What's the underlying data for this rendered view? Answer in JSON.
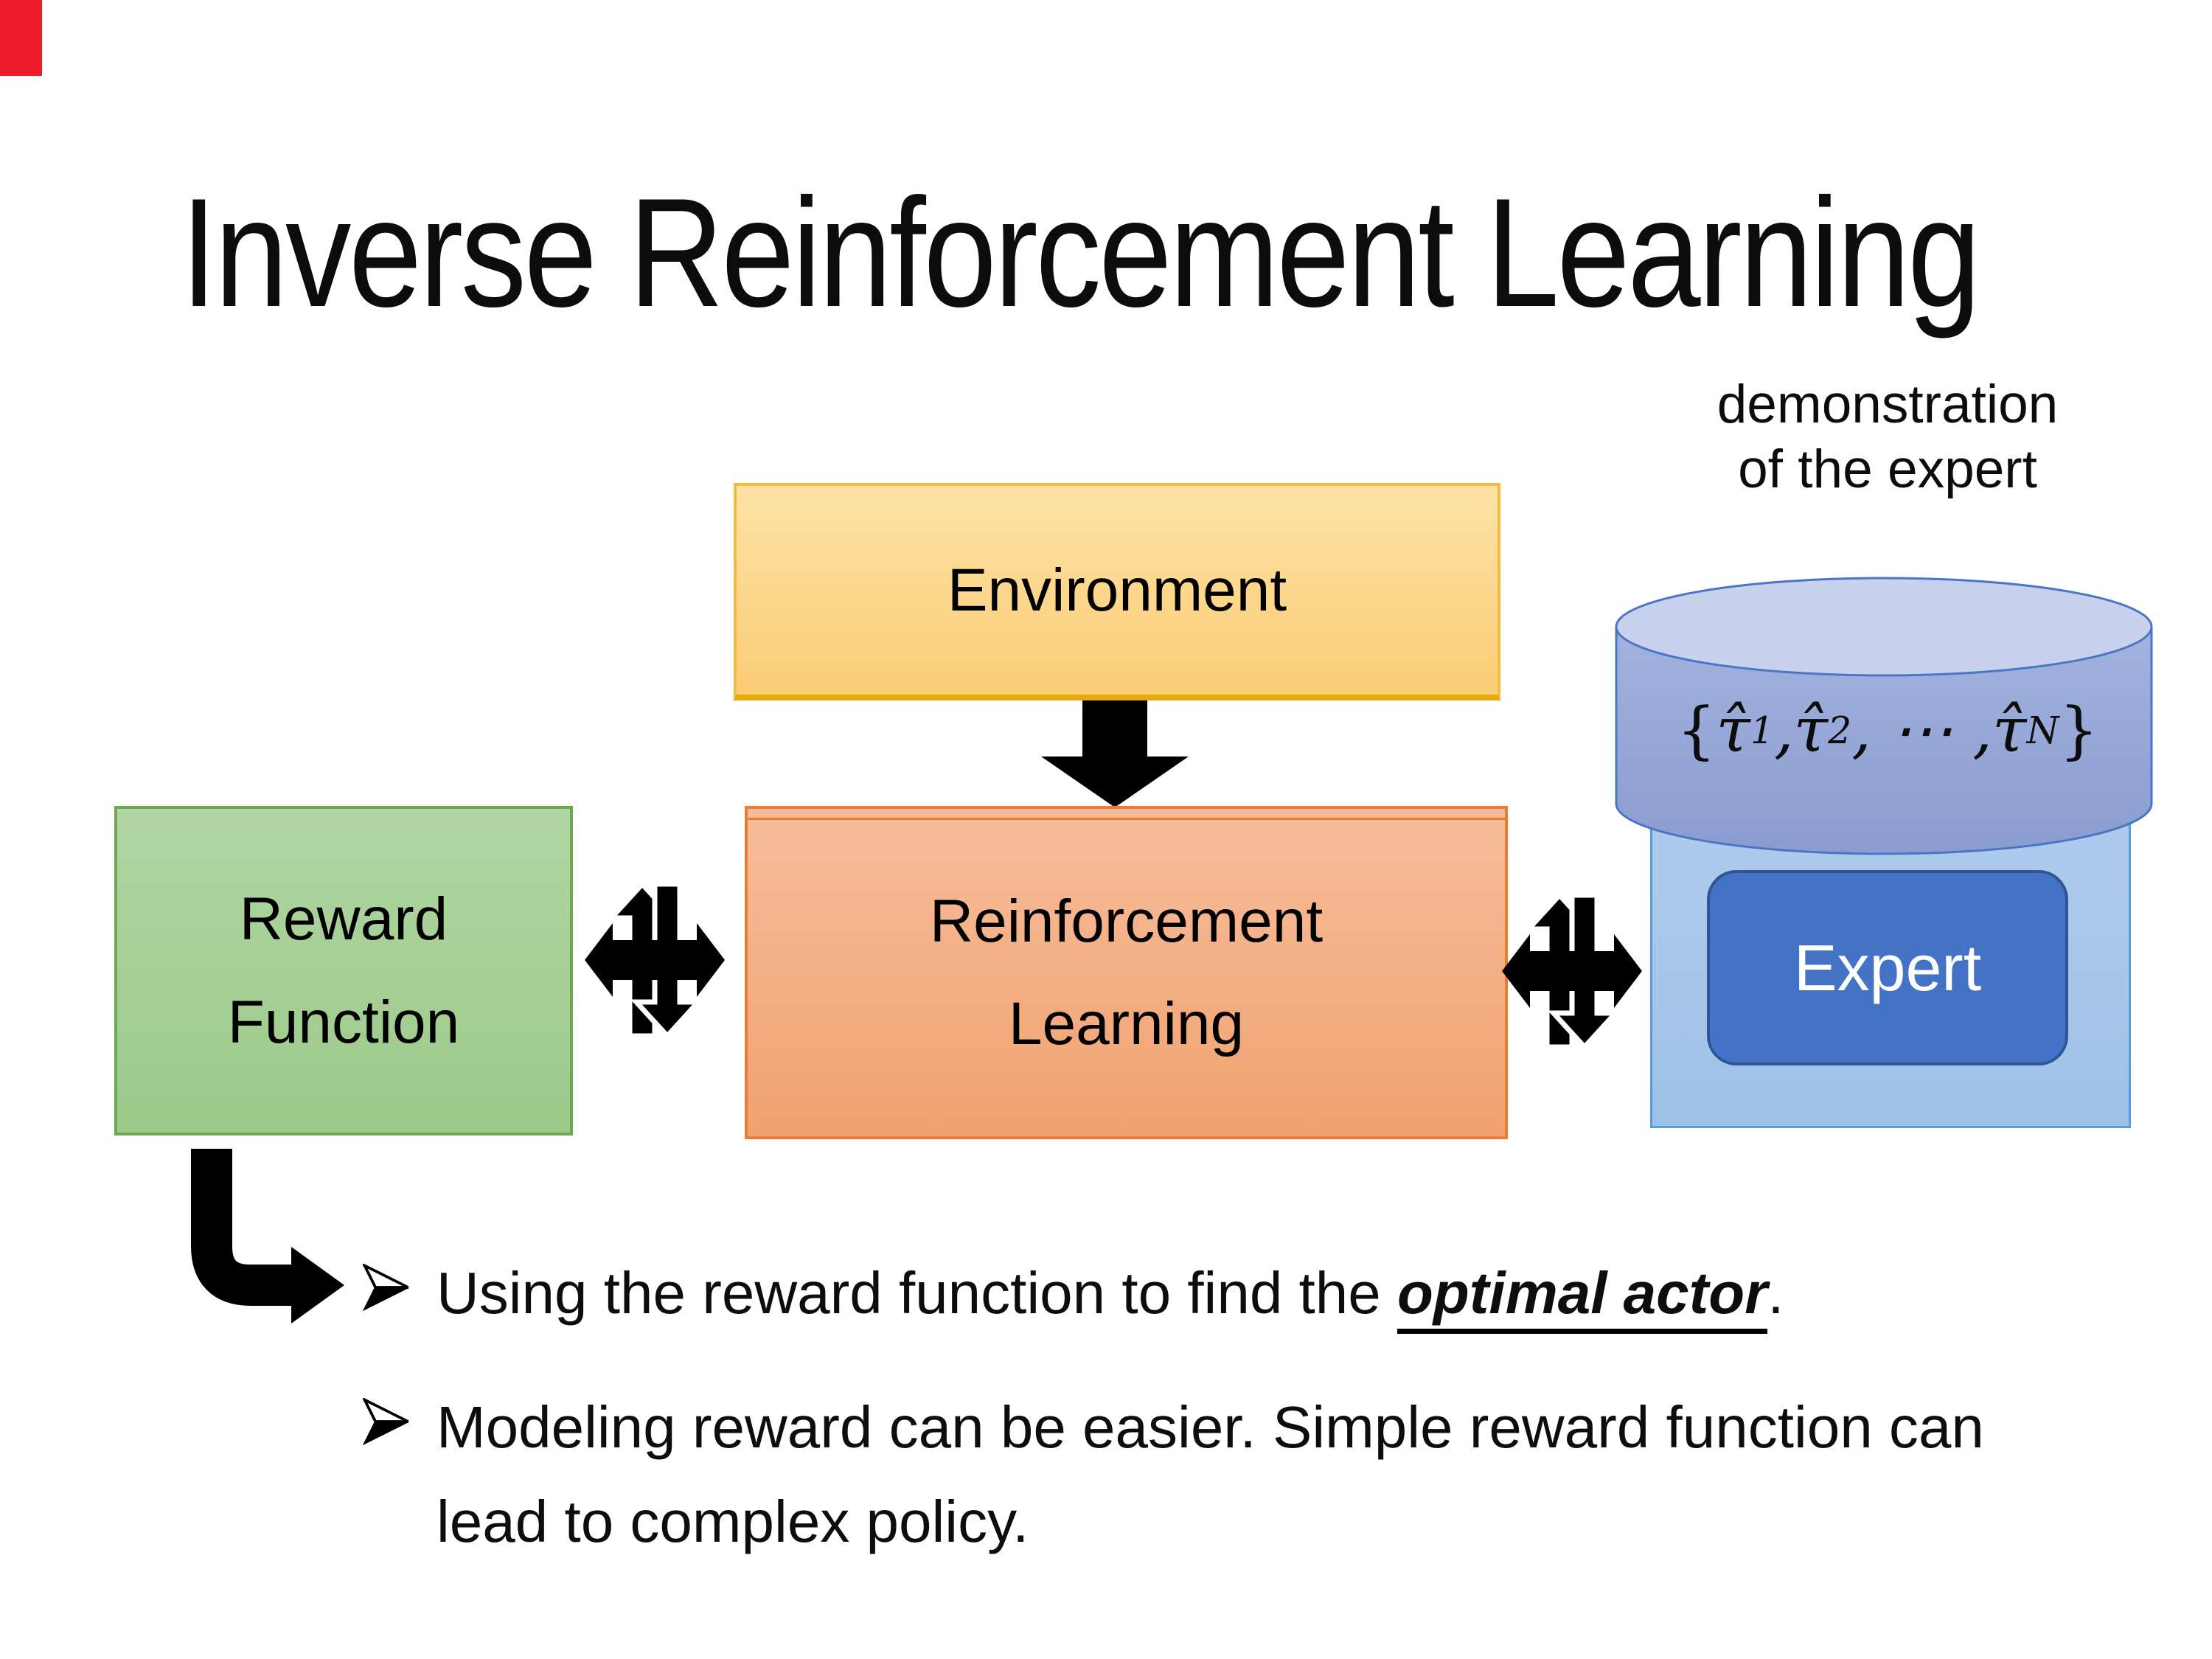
{
  "slide": {
    "title": "Inverse Reinforcement Learning"
  },
  "demo_label": {
    "line1": "demonstration",
    "line2": "of the expert"
  },
  "boxes": {
    "environment": "Environment",
    "reward_line1": "Reward",
    "reward_line2": "Function",
    "rl_line1": "Reinforcement",
    "rl_line2": "Learning",
    "expert": "Expert"
  },
  "math": {
    "open": "{",
    "tau": "τ̂",
    "sub1": "1",
    "comma": ", ",
    "sub2": "2",
    "dots": ", ⋯ , ",
    "subN": "N",
    "close": "}"
  },
  "bullets": {
    "b1_pre": "Using the reward function to find the ",
    "b1_em": "optimal actor",
    "b1_post": ".",
    "b2": "Modeling reward can be easier. Simple reward function can lead to complex policy."
  },
  "icons": {
    "down_arrow": "down-block-arrow",
    "double_arrow": "four-way-exchange-arrow",
    "elbow_arrow": "elbow-right-arrow",
    "bullet": "three-d-arrowhead-bullet",
    "cylinder": "database-cylinder"
  },
  "colors": {
    "environment_fill": "#fbcd75",
    "environment_border": "#e6ab0a",
    "reward_fill": "#a5d096",
    "reward_border": "#6fa84f",
    "rl_fill": "#f4a680",
    "rl_border": "#ec7c30",
    "container_fill": "#9dc3e6",
    "container_border": "#5b9bd5",
    "cylinder_fill": "#8fa2d4",
    "cylinder_top": "#c9d2ed",
    "expert_fill": "#4472c4",
    "expert_border": "#2f5597",
    "arrow_black": "#000000",
    "red_marker": "#ec1c2b"
  }
}
